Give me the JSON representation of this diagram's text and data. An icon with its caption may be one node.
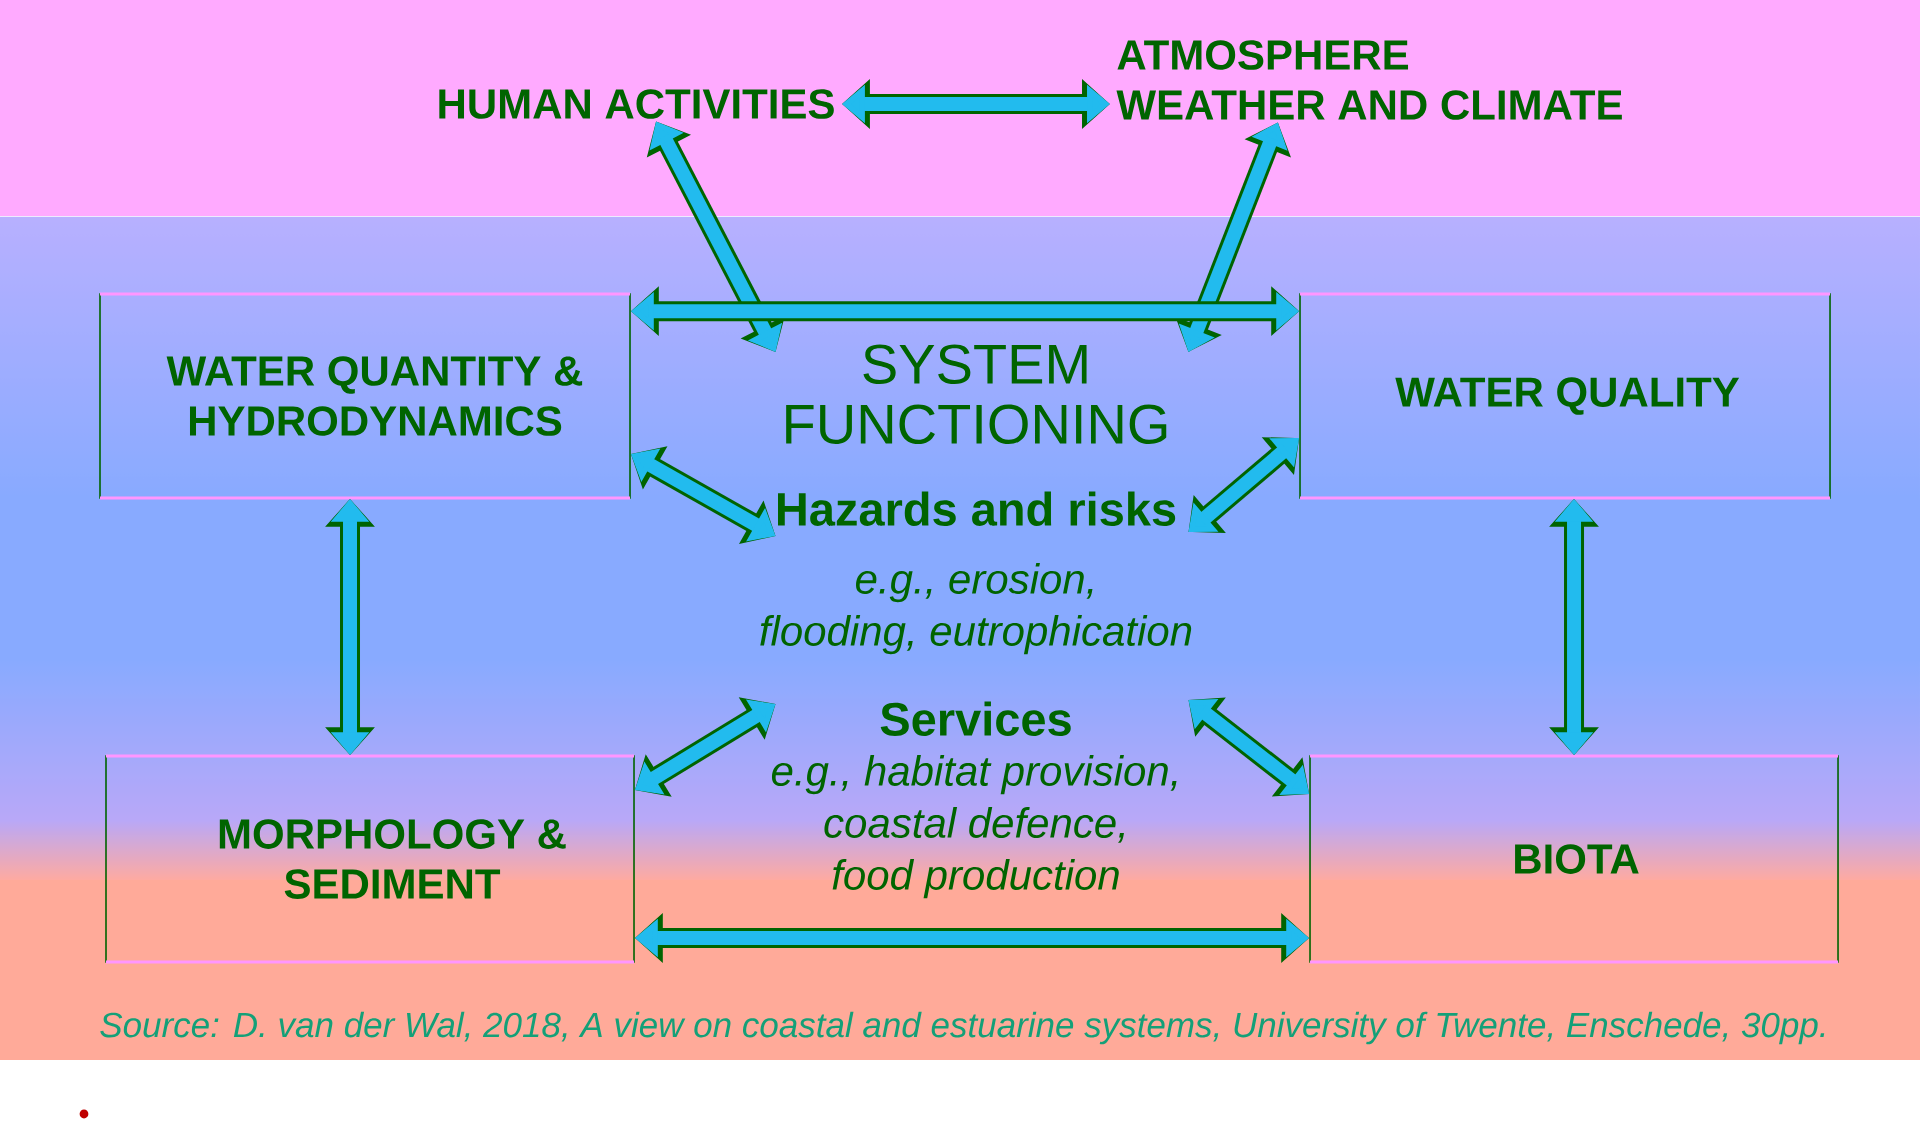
{
  "diagram": {
    "nodes": [
      {
        "text": [
          "HUMAN ACTIVITIES"
        ]
      },
      {
        "text": [
          "ATMOSPHERE",
          "WEATHER AND CLIMATE"
        ]
      },
      {
        "text": [
          "WATER QUANTITY & HYDRODYNAMICS"
        ]
      },
      {
        "text": [
          "SYSTEM FUNCTIONING",
          "Hazards and risks",
          "e.g., erosion, flooding, eutrophication",
          "Services",
          "e.g., habitat provision, coastal defence, food production"
        ]
      },
      {
        "text": [
          "WATER QUALITY"
        ]
      },
      {
        "text": [
          "MORPHOLOGY & SEDIMENT"
        ]
      },
      {
        "text": [
          "BIOTA"
        ]
      }
    ],
    "edges": [
      {
        "from": 0,
        "to": 1,
        "arrow": "both"
      },
      {
        "from": 0,
        "to": 3,
        "arrow": "both"
      },
      {
        "from": 1,
        "to": 3,
        "arrow": "both"
      },
      {
        "from": 2,
        "to": 4,
        "arrow": "both"
      },
      {
        "from": 2,
        "to": 3,
        "arrow": "both"
      },
      {
        "from": 4,
        "to": 3,
        "arrow": "both"
      },
      {
        "from": 2,
        "to": 5,
        "arrow": "both"
      },
      {
        "from": 4,
        "to": 6,
        "arrow": "both"
      },
      {
        "from": 5,
        "to": 3,
        "arrow": "both"
      },
      {
        "from": 6,
        "to": 3,
        "arrow": "both"
      },
      {
        "from": 5,
        "to": 6,
        "arrow": "both"
      }
    ],
    "labels": [
      "Source: D. van der Wal, 2018, A view on coastal and estuarine systems, University of Twente, Enschede, 30pp."
    ]
  }
}
